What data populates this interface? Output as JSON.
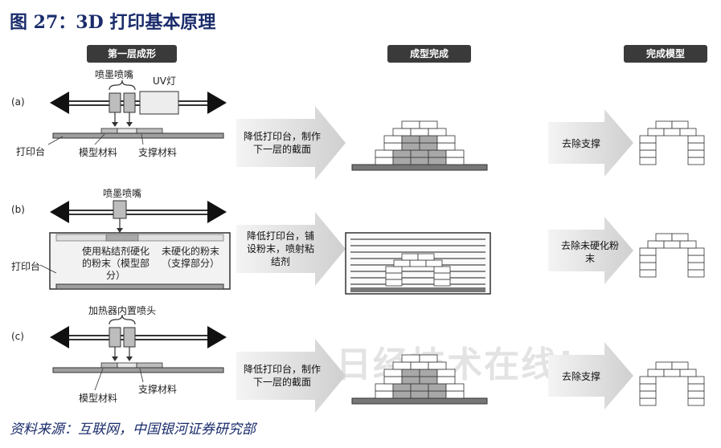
{
  "figure_title": "图 27：3D 打印基本原理",
  "source_note": "资料来源：互联网，中国银河证券研究部",
  "watermark": "日经技术在线!",
  "headers": {
    "first_layer": "第一层成形",
    "formed": "成型完成",
    "completed_model": "完成模型"
  },
  "row_a": {
    "tag": "(a)",
    "nozzle_label": "喷墨喷嘴",
    "uv_label": "UV灯",
    "platform_label": "打印台",
    "model_material": "模型材料",
    "support_material": "支撑材料",
    "step1": "降低打印台，制作下一层的截面",
    "step2": "去除支撑"
  },
  "row_b": {
    "tag": "(b)",
    "nozzle_label": "喷墨喷嘴",
    "platform_label": "打印台",
    "bonded_powder": "使用粘结剂硬化的粉末（模型部分）",
    "unbonded_powder": "未硬化的粉末（支撑部分）",
    "step1": "降低打印台，铺设粉末，喷射粘结剂",
    "step2": "去除未硬化粉末"
  },
  "row_c": {
    "tag": "(c)",
    "nozzle_label": "加热器内置喷头",
    "model_material": "模型材料",
    "support_material": "支撑材料",
    "step1": "降低打印台，制作下一层的截面",
    "step2": "去除支撑"
  }
}
